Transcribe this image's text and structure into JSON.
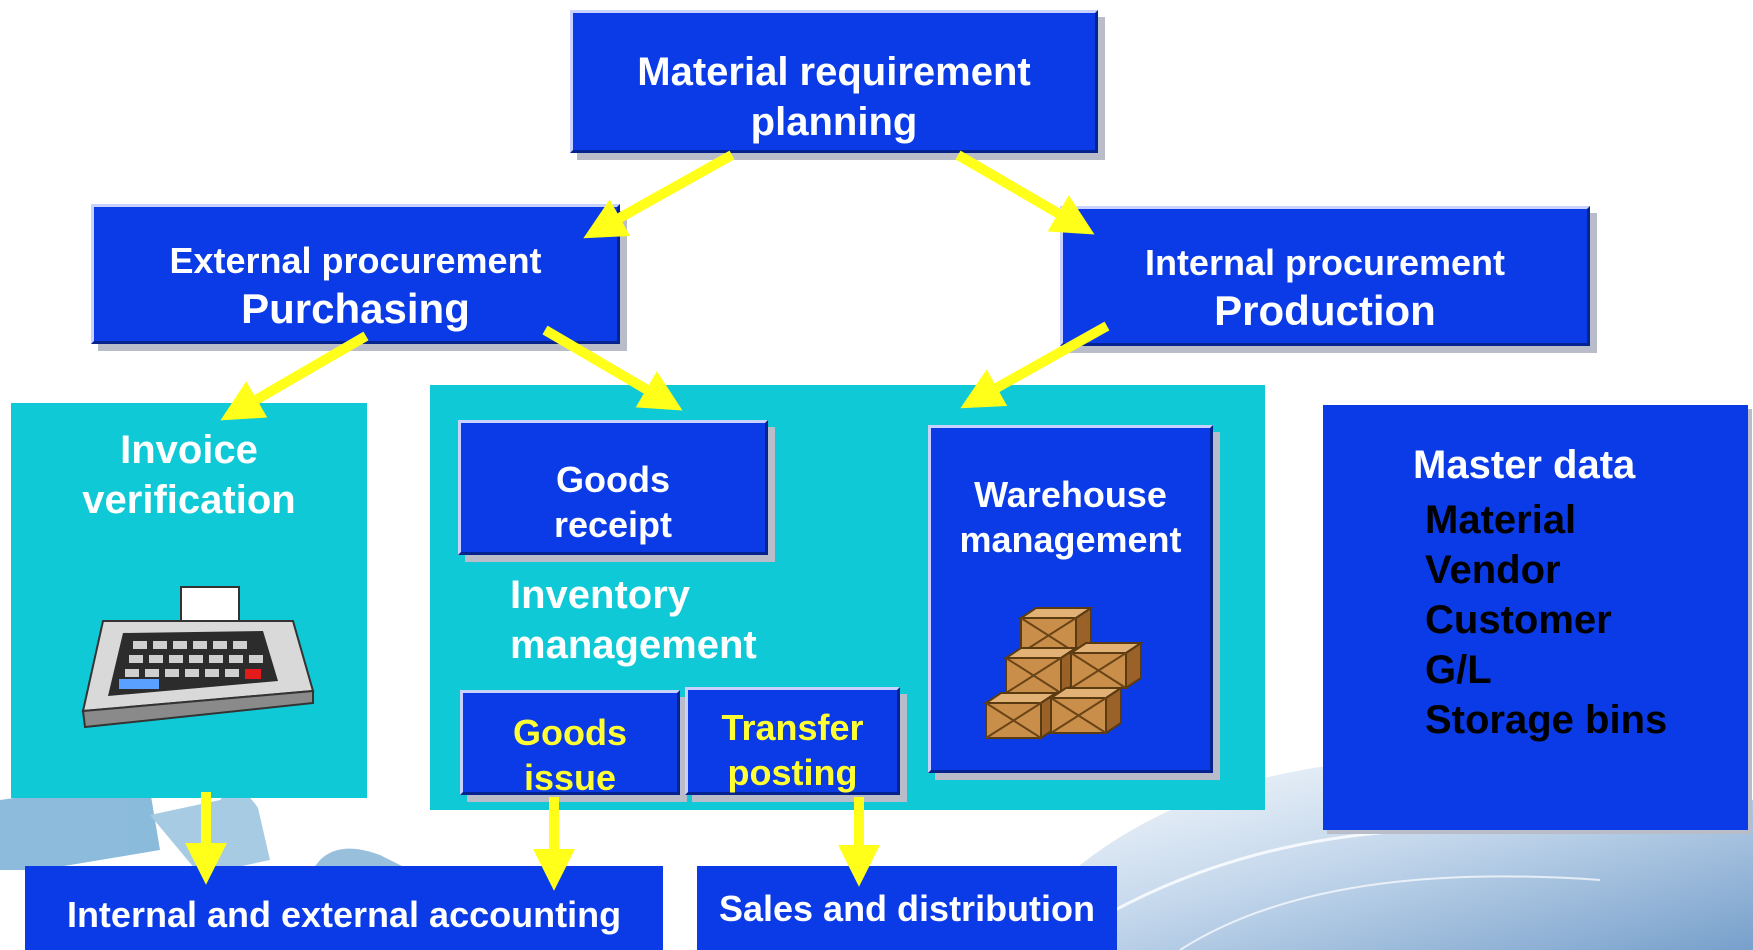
{
  "top": {
    "line1": "Material requirement",
    "line2": "planning"
  },
  "external": {
    "line1": "External procurement",
    "line2": "Purchasing"
  },
  "internal": {
    "line1": "Internal procurement",
    "line2": "Production"
  },
  "invoice": {
    "line1": "Invoice",
    "line2": "verification",
    "icon": "calculator-icon"
  },
  "inventory": {
    "line1": "Inventory",
    "line2": "management",
    "goods_receipt": {
      "line1": "Goods",
      "line2": "receipt"
    },
    "goods_issue": {
      "line1": "Goods",
      "line2": "issue"
    },
    "transfer_posting": {
      "line1": "Transfer",
      "line2": "posting"
    },
    "warehouse": {
      "line1": "Warehouse",
      "line2": "management",
      "icon": "boxes-icon"
    }
  },
  "master_data": {
    "title": "Master data",
    "items": [
      "Material",
      "Vendor",
      "Customer",
      "G/L",
      "Storage bins"
    ]
  },
  "accounting": {
    "label": "Internal and external accounting"
  },
  "sales": {
    "label": "Sales and distribution"
  },
  "colors": {
    "box_blue": "#0a3be6",
    "panel_cyan": "#0fc9d6",
    "arrow_yellow": "#ffff1a",
    "label_yellow": "#ffff33"
  }
}
